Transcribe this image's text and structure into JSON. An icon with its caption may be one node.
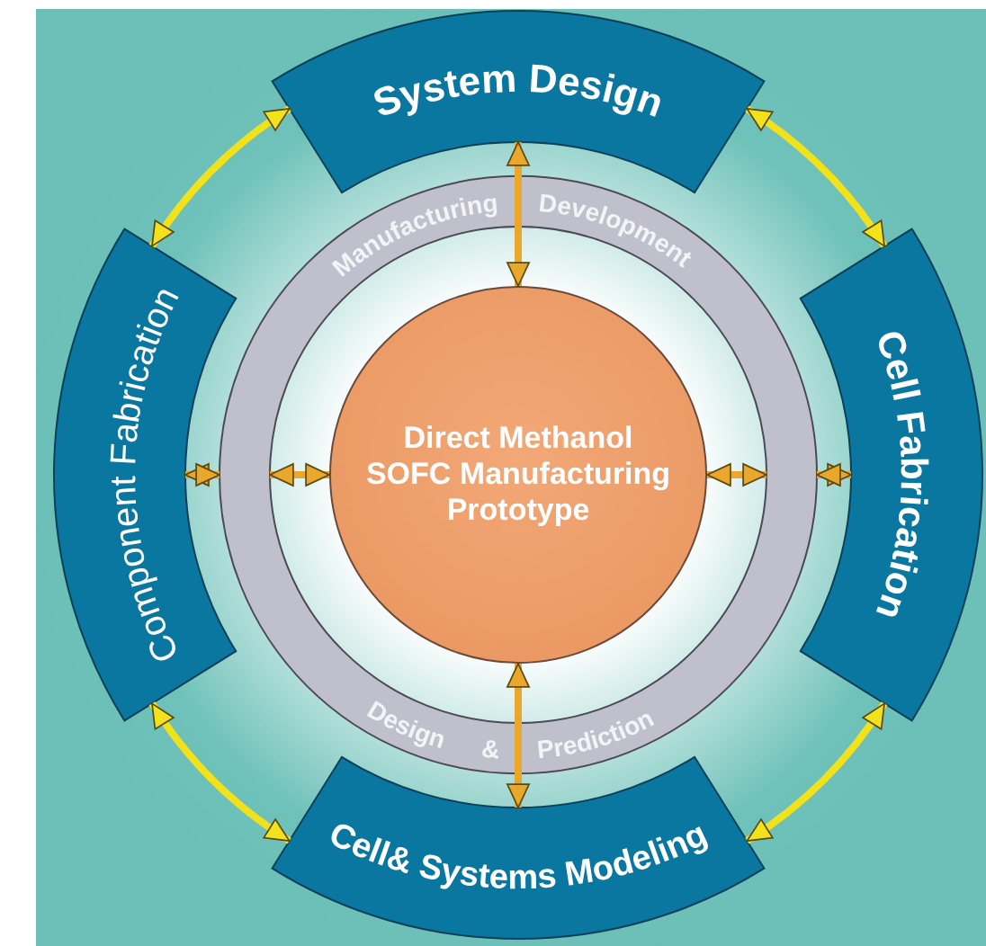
{
  "diagram": {
    "nodes": [
      {
        "text": [
          "System Design"
        ]
      },
      {
        "text": [
          "Cell Fabrication"
        ]
      },
      {
        "text": [
          "Cell& Systems Modeling"
        ]
      },
      {
        "text": [
          "Component Fabrication"
        ]
      },
      {
        "text": [
          "Manufacturing Development",
          "Design & Prediction"
        ]
      },
      {
        "text": [
          "Direct Methanol SOFC Manufacturing Prototype"
        ],
        "in": 4
      }
    ],
    "edges": [
      {
        "from": 0,
        "to": 1,
        "arrow": "both",
        "color": "#f2e21c"
      },
      {
        "from": 1,
        "to": 2,
        "arrow": "both",
        "color": "#f2e21c"
      },
      {
        "from": 2,
        "to": 3,
        "arrow": "both",
        "color": "#f2e21c"
      },
      {
        "from": 3,
        "to": 0,
        "arrow": "both",
        "color": "#f2e21c"
      },
      {
        "from": 0,
        "to": 5,
        "arrow": "both"
      },
      {
        "from": 3,
        "to": 4,
        "arrow": "both"
      },
      {
        "from": 4,
        "to": 5,
        "arrow": "both"
      },
      {
        "from": 1,
        "to": 4,
        "arrow": "both"
      },
      {
        "from": 4,
        "to": 5,
        "arrow": "both"
      },
      {
        "from": 2,
        "to": 5,
        "arrow": "both"
      }
    ]
  }
}
